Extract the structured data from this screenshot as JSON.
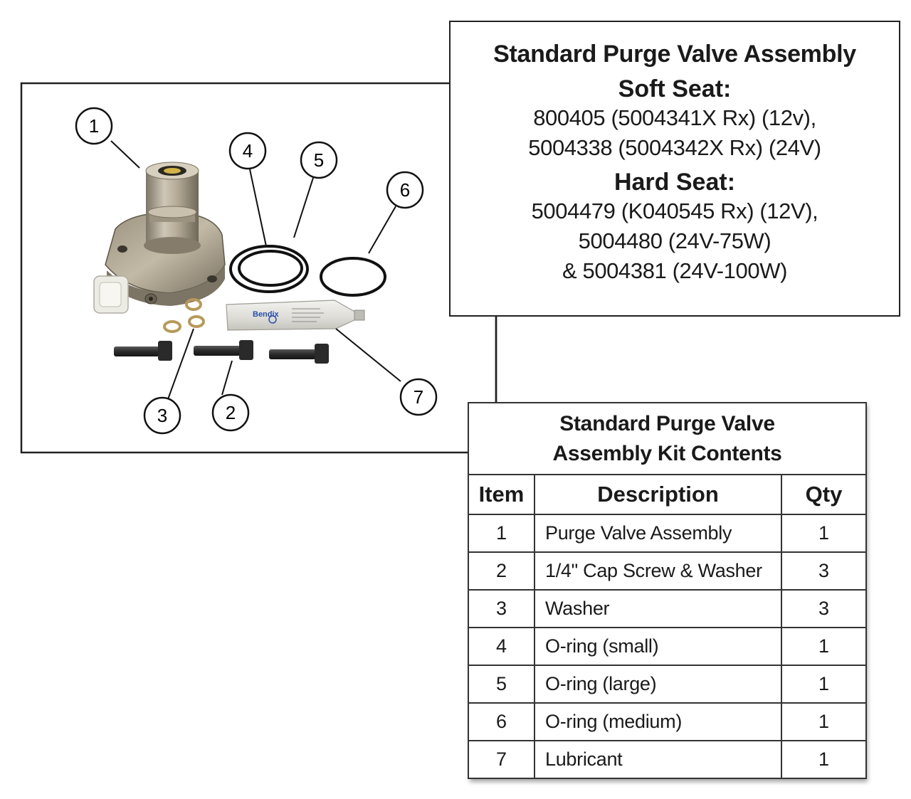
{
  "colors": {
    "border": "#222222",
    "metal": "#a89f8f",
    "brass": "#b69a5a",
    "bolt": "#2e2e2e",
    "connector": "#e8e6de",
    "tube": "#dcdcd8",
    "brand_blue": "#2a4fa8"
  },
  "diagram": {
    "callouts": [
      "1",
      "2",
      "3",
      "4",
      "5",
      "6",
      "7"
    ],
    "tube_brand": "Bendix"
  },
  "info_box": {
    "title": "Standard Purge Valve Assembly",
    "soft_seat_heading": "Soft Seat:",
    "soft_seat_lines": [
      "800405 (5004341X Rx) (12v),",
      "5004338 (5004342X Rx) (24V)"
    ],
    "hard_seat_heading": "Hard Seat:",
    "hard_seat_lines": [
      "5004479 (K040545 Rx) (12V),",
      "5004480 (24V-75W)",
      "& 5004381 (24V-100W)"
    ]
  },
  "kit_table": {
    "caption_line1": "Standard Purge Valve",
    "caption_line2": "Assembly Kit Contents",
    "columns": [
      "Item",
      "Description",
      "Qty"
    ],
    "rows": [
      {
        "item": "1",
        "description": "Purge Valve Assembly",
        "qty": "1"
      },
      {
        "item": "2",
        "description": "1/4\" Cap Screw & Washer",
        "qty": "3"
      },
      {
        "item": "3",
        "description": "Washer",
        "qty": "3"
      },
      {
        "item": "4",
        "description": "O-ring (small)",
        "qty": "1"
      },
      {
        "item": "5",
        "description": "O-ring (large)",
        "qty": "1"
      },
      {
        "item": "6",
        "description": "O-ring (medium)",
        "qty": "1"
      },
      {
        "item": "7",
        "description": "Lubricant",
        "qty": "1"
      }
    ]
  }
}
